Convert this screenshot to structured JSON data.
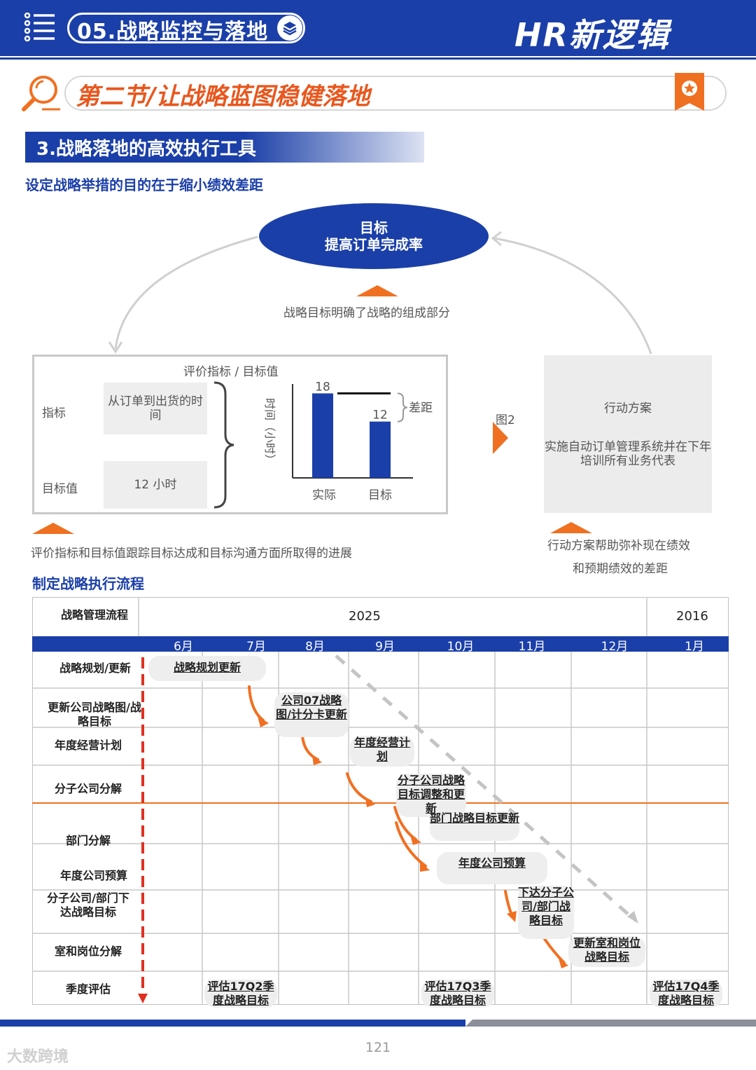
{
  "header": {
    "chapter": "05.战略监控与落地",
    "brand": "HR新逻辑"
  },
  "section": {
    "title": "第二节/让战略蓝图稳健落地",
    "subsection": "3.战略落地的高效执行工具",
    "goal_heading": "设定战略举措的目的在于缩小绩效差距",
    "process_heading": "制定战略执行流程"
  },
  "goal_diagram": {
    "ellipse_line1": "目标",
    "ellipse_line2": "提高订单完成率",
    "ellipse_note": "战略目标明确了战略的组成部分",
    "panel_title": "评价指标 / 目标值",
    "indicator_label": "指标",
    "indicator_value": "从订单到出货的时间",
    "target_label": "目标值",
    "target_value": "12 小时",
    "panel_note": "评价指标和目标值跟踪目标达成和目标沟通方面所取得的进展",
    "fig_label": "图2",
    "action_title": "行动方案",
    "action_text": "实施自动订单管理系统并在下年培训所有业务代表",
    "action_note_line1": "行动方案帮助弥补现在绩效",
    "action_note_line2": "和预期绩效的差距"
  },
  "chart_data": {
    "type": "bar",
    "categories": [
      "实际",
      "目标"
    ],
    "values": [
      18,
      12
    ],
    "ylabel": "时间（小时）",
    "gap_label": "差距",
    "ylim": [
      0,
      20
    ],
    "color": "#1b3fa8"
  },
  "process_table": {
    "header_label": "战略管理流程",
    "year_a": "2025",
    "year_b": "2016",
    "months": [
      "6月",
      "7月",
      "8月",
      "9月",
      "10月",
      "11月",
      "12月",
      "1月"
    ],
    "rows": [
      "战略规划/更新",
      "更新公司战略图/战略目标",
      "年度经营计划",
      "分子公司分解",
      "部门分解",
      "年度公司预算",
      "分子公司/部门下达战略目标",
      "室和岗位分解",
      "季度评估"
    ],
    "tasks": {
      "t1": "战略规划更新",
      "t2": "公司07战略图/计分卡更新",
      "t3": "年度经营计划",
      "t4": "分子公司战略目标调整和更新",
      "t5": "部门战略目标更新",
      "t6": "年度公司预算",
      "t7": "下达分子公司/部门战略目标",
      "t8": "更新室和岗位战略目标",
      "q2": "评估17Q2季度战略目标",
      "q3": "评估17Q3季度战略目标",
      "q4": "评估17Q4季度战略目标"
    }
  },
  "footer": {
    "page": "121",
    "watermark": "大数跨境"
  },
  "colors": {
    "brand_blue": "#1b3fa8",
    "accent_orange": "#f07022"
  }
}
